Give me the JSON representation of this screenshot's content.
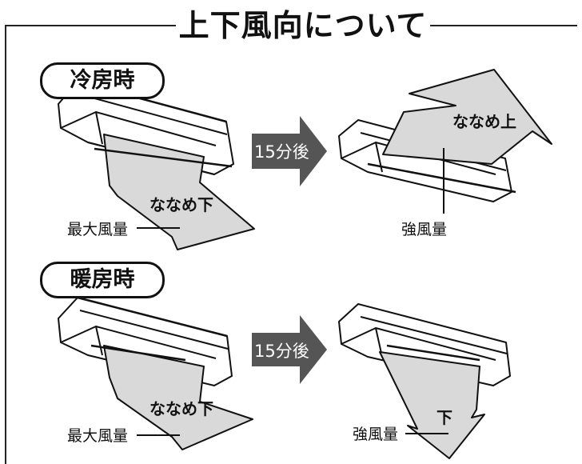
{
  "title": "上下風向について",
  "sections": [
    {
      "heading": "冷房時",
      "before": {
        "direction_label": "ななめ下",
        "volume_label": "最大風量"
      },
      "step_label": "15分後",
      "after": {
        "direction_label": "ななめ上",
        "volume_label": "強風量"
      }
    },
    {
      "heading": "暖房時",
      "before": {
        "direction_label": "ななめ下",
        "volume_label": "最大風量"
      },
      "step_label": "15分後",
      "after": {
        "direction_label": "下",
        "volume_label": "強風量"
      }
    }
  ],
  "colors": {
    "airflow": "#d9d9d9",
    "step_arrow": "#555555",
    "outline": "#111111"
  }
}
